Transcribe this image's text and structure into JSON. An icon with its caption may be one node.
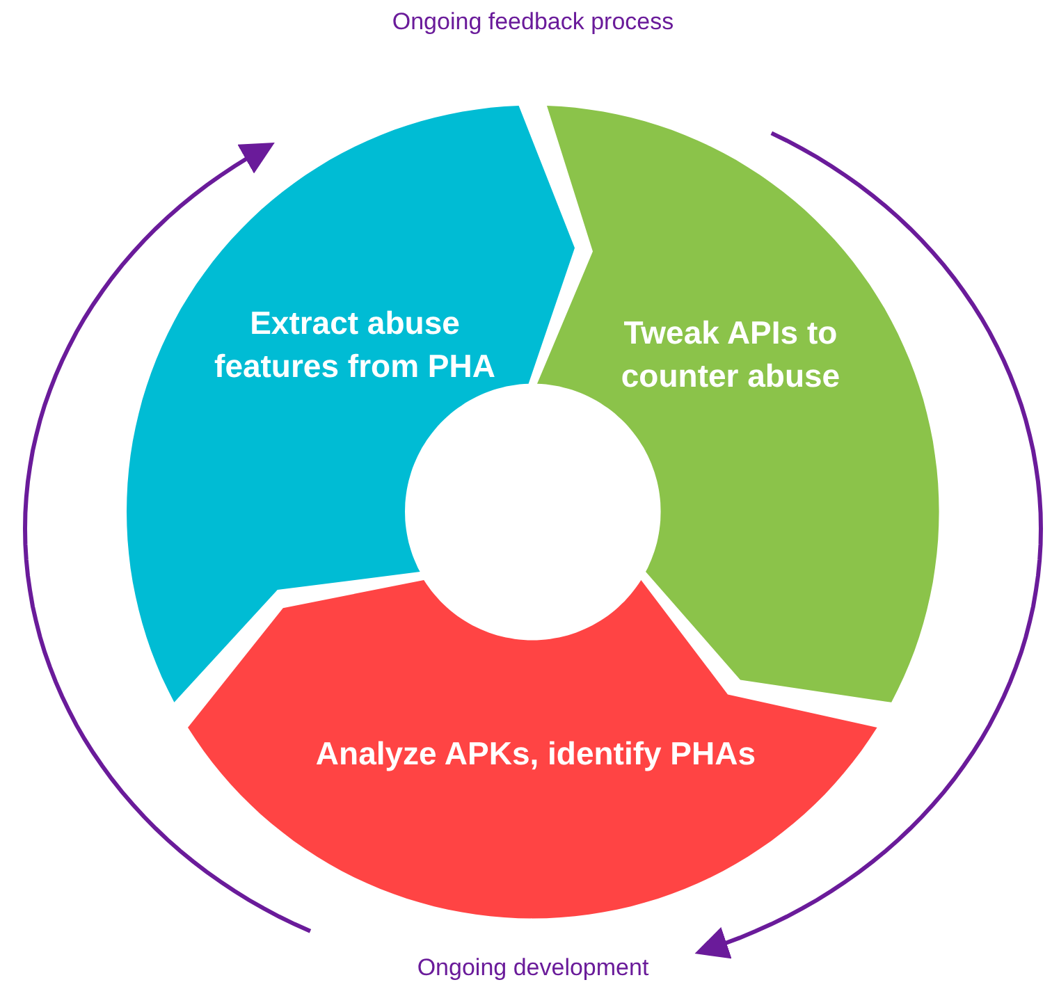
{
  "diagram": {
    "nodes": [
      {
        "text": [
          "Extract abuse features from PHA"
        ]
      },
      {
        "text": [
          "Tweak APIs to counter abuse"
        ]
      },
      {
        "text": [
          "Analyze APKs, identify PHAs"
        ]
      }
    ],
    "labels": [
      "Ongoing feedback process",
      "Ongoing development"
    ]
  }
}
